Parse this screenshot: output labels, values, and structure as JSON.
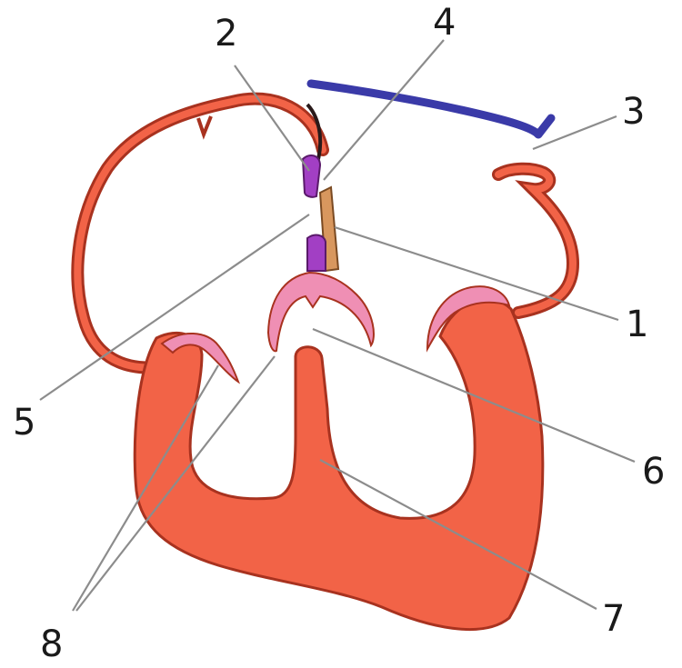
{
  "colors": {
    "muscle": "#f26347",
    "muscle_outline": "#a8321f",
    "valve_pink": "#ef8fb4",
    "purple": "#a23fc4",
    "tan": "#d8975e",
    "vessel_blue": "#3a3aa8",
    "leader_gray": "#8c8c8c"
  },
  "labels": [
    {
      "id": "1",
      "text": "1"
    },
    {
      "id": "2",
      "text": "2"
    },
    {
      "id": "3",
      "text": "3"
    },
    {
      "id": "4",
      "text": "4"
    },
    {
      "id": "5",
      "text": "5"
    },
    {
      "id": "6",
      "text": "6"
    },
    {
      "id": "7",
      "text": "7"
    },
    {
      "id": "8",
      "text": "8"
    }
  ]
}
